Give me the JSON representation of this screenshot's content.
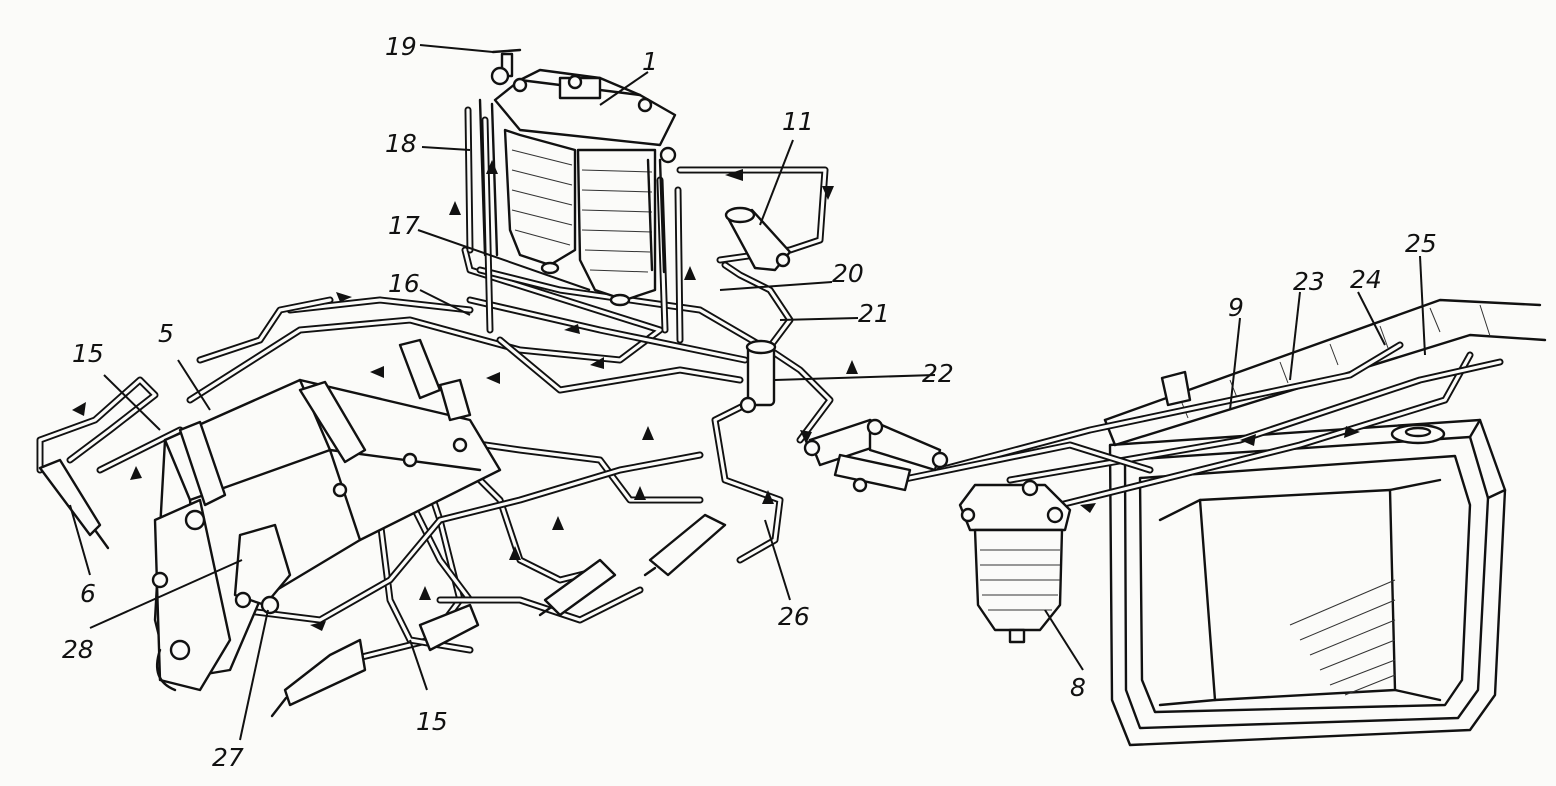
{
  "callouts": [
    {
      "id": "1",
      "label": "1"
    },
    {
      "id": "5",
      "label": "5"
    },
    {
      "id": "6",
      "label": "6"
    },
    {
      "id": "8",
      "label": "8"
    },
    {
      "id": "9",
      "label": "9"
    },
    {
      "id": "11",
      "label": "11"
    },
    {
      "id": "15a",
      "label": "15"
    },
    {
      "id": "15b",
      "label": "15"
    },
    {
      "id": "16",
      "label": "16"
    },
    {
      "id": "17",
      "label": "17"
    },
    {
      "id": "18",
      "label": "18"
    },
    {
      "id": "19",
      "label": "19"
    },
    {
      "id": "20",
      "label": "20"
    },
    {
      "id": "21",
      "label": "21"
    },
    {
      "id": "22",
      "label": "22"
    },
    {
      "id": "23",
      "label": "23"
    },
    {
      "id": "24",
      "label": "24"
    },
    {
      "id": "25",
      "label": "25"
    },
    {
      "id": "26",
      "label": "26"
    },
    {
      "id": "27",
      "label": "27"
    },
    {
      "id": "28",
      "label": "28"
    }
  ],
  "colors": {
    "ink": "#111111",
    "paper": "#fbfbf9"
  }
}
